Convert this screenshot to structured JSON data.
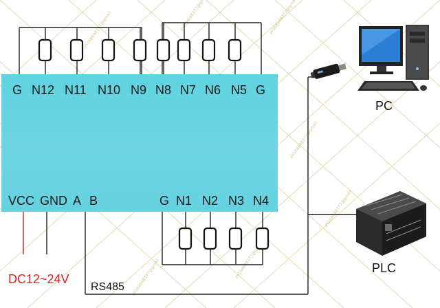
{
  "module": {
    "top_pins": [
      "G",
      "N12",
      "N11",
      "N10",
      "N9",
      "N8",
      "N7",
      "N6",
      "N5",
      "G"
    ],
    "bottom_left_pins": [
      "VCC",
      "GND",
      "A",
      "B"
    ],
    "bottom_right_pins": [
      "G",
      "N1",
      "N2",
      "N3",
      "N4"
    ]
  },
  "labels": {
    "pc": "PC",
    "plc": "PLC",
    "power": "DC12~24V",
    "bus": "RS485"
  },
  "watermark_text": "zh168648377@gmail",
  "colors": {
    "module": "#66d2df",
    "wire": "#222222",
    "power_wire": "#d02020",
    "power_text": "#e02020",
    "watermark": "#d9cfa0"
  },
  "icons": [
    "desktop-computer-icon",
    "usb-adapter-icon",
    "plc-icon",
    "resistor-icon"
  ]
}
